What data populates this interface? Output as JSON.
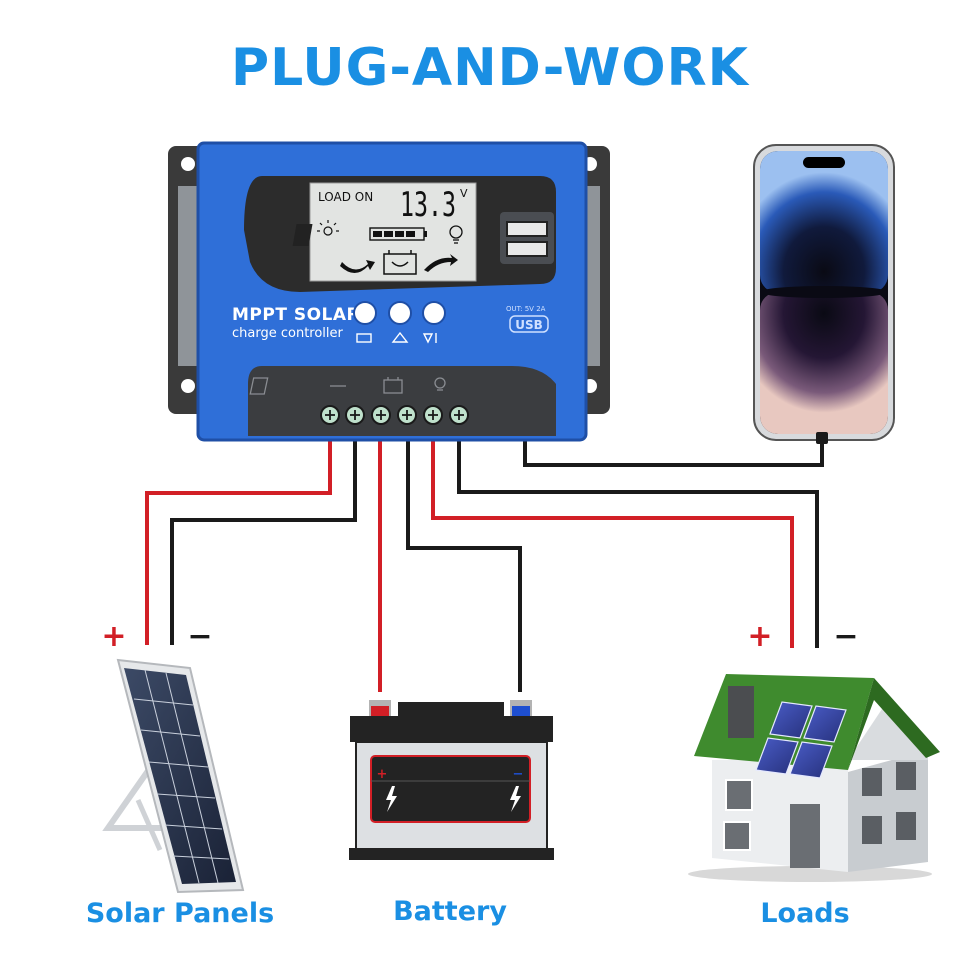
{
  "title": "PLUG-AND-WORK",
  "colors": {
    "accent_blue": "#1a8fe3",
    "controller_blue": "#2f6fd8",
    "wire_red": "#d21f26",
    "wire_black": "#1a1a1a"
  },
  "controller": {
    "lcd_status": "LOAD ON",
    "lcd_voltage": "13.3",
    "lcd_unit": "V",
    "brand": "MPPT SOLAR",
    "subtitle": "charge controller",
    "usb_output": "OUT: 5V 2A",
    "usb_label": "USB",
    "buttons": [
      "button-1",
      "button-2",
      "button-3"
    ],
    "terminal_icons": [
      "solar-panel-icon",
      "battery-icon",
      "bulb-icon"
    ]
  },
  "connections": {
    "solar": {
      "positive": "+",
      "negative": "−"
    },
    "loads": {
      "positive": "+",
      "negative": "−"
    }
  },
  "labels": {
    "solar": "Solar Panels",
    "battery": "Battery",
    "loads": "Loads"
  }
}
